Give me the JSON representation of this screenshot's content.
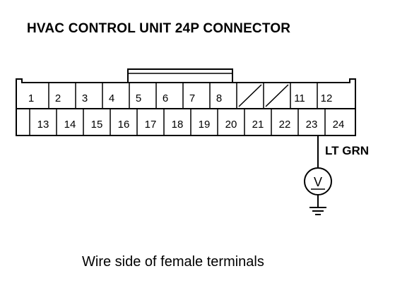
{
  "title": "HVAC CONTROL UNIT 24P CONNECTOR",
  "caption": "Wire side of female terminals",
  "connector": {
    "top_row": [
      "1",
      "2",
      "3",
      "4",
      "5",
      "6",
      "7",
      "8",
      "",
      "",
      "11",
      "12"
    ],
    "bottom_row": [
      "13",
      "14",
      "15",
      "16",
      "17",
      "18",
      "19",
      "20",
      "21",
      "22",
      "23",
      "24"
    ],
    "empty_cavities": [
      "9",
      "10"
    ]
  },
  "probe": {
    "terminal": "23",
    "wire_color": "LT GRN",
    "meter_symbol": "V",
    "meter_icon": "voltmeter-icon",
    "ground_icon": "ground-icon"
  }
}
